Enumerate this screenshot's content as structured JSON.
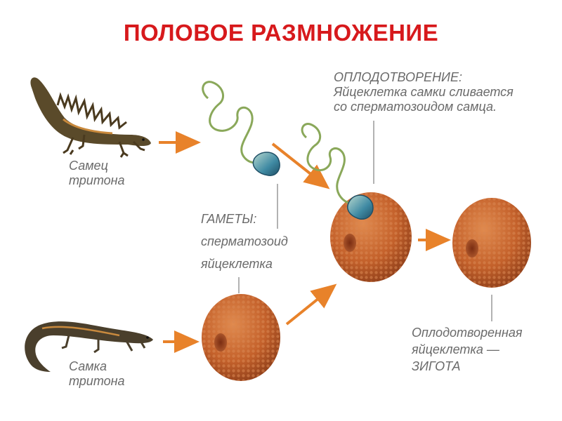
{
  "title": "ПОЛОВОЕ РАЗМНОЖЕНИЕ",
  "male_label": {
    "line1": "Самец",
    "line2": "тритона"
  },
  "female_label": {
    "line1": "Самка",
    "line2": "тритона"
  },
  "gametes_label": {
    "heading": "ГАМЕТЫ:",
    "sperm": "сперматозоид",
    "egg": "яйцеклетка"
  },
  "fertilization_label": {
    "heading": "ОПЛОДОТВОРЕНИЕ:",
    "line1": "Яйцеклетка самки сливается",
    "line2": "со сперматозоидом самца."
  },
  "zygote_label": {
    "line1": "Оплодотворенная",
    "line2": "яйцеклетка —",
    "line3": "ЗИГОТА"
  },
  "colors": {
    "title": "#d7191c",
    "arrow": "#e8822a",
    "label": "#6a6a6a",
    "egg": "#c8642e",
    "sperm": "#5e9a8a"
  }
}
